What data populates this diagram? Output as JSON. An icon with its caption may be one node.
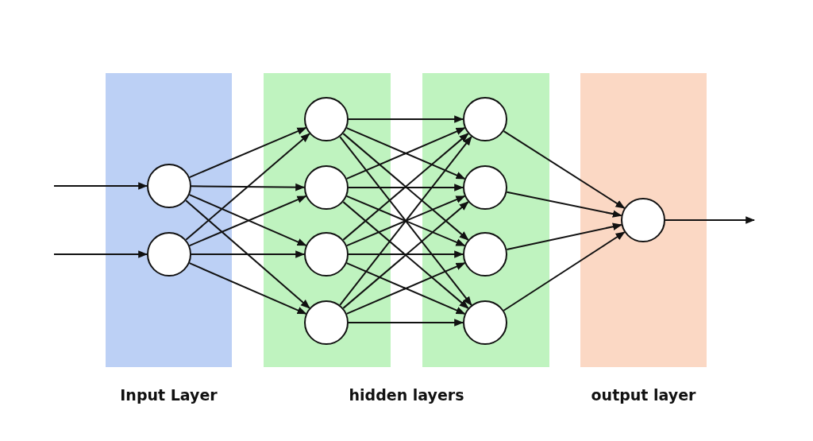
{
  "diagram": {
    "nodes": [
      {
        "text": [
          "Input Layer"
        ]
      },
      {
        "text": [],
        "shape": "circle",
        "in": 0
      },
      {
        "text": [],
        "shape": "circle",
        "in": 0
      },
      {
        "text": [],
        "shape": "box"
      },
      {
        "text": [],
        "shape": "circle",
        "in": 3
      },
      {
        "text": [],
        "shape": "circle",
        "in": 3
      },
      {
        "text": [],
        "shape": "circle",
        "in": 3
      },
      {
        "text": [],
        "shape": "circle",
        "in": 3
      },
      {
        "text": [],
        "shape": "box"
      },
      {
        "text": [],
        "shape": "circle",
        "in": 8
      },
      {
        "text": [],
        "shape": "circle",
        "in": 8
      },
      {
        "text": [],
        "shape": "circle",
        "in": 8
      },
      {
        "text": [],
        "shape": "circle",
        "in": 8
      },
      {
        "text": [
          "output layer"
        ]
      },
      {
        "text": [],
        "shape": "circle",
        "in": 13
      }
    ],
    "edges": [
      {
        "from": null,
        "to": 1,
        "arrow": "to"
      },
      {
        "from": null,
        "to": 2,
        "arrow": "to"
      },
      {
        "from": 1,
        "to": 4,
        "arrow": "to"
      },
      {
        "from": 1,
        "to": 5,
        "arrow": "to"
      },
      {
        "from": 1,
        "to": 6,
        "arrow": "to"
      },
      {
        "from": 1,
        "to": 7,
        "arrow": "to"
      },
      {
        "from": 2,
        "to": 4,
        "arrow": "to"
      },
      {
        "from": 2,
        "to": 5,
        "arrow": "to"
      },
      {
        "from": 2,
        "to": 6,
        "arrow": "to"
      },
      {
        "from": 2,
        "to": 7,
        "arrow": "to"
      },
      {
        "from": 4,
        "to": 9,
        "arrow": "to"
      },
      {
        "from": 4,
        "to": 10,
        "arrow": "to"
      },
      {
        "from": 4,
        "to": 11,
        "arrow": "to"
      },
      {
        "from": 4,
        "to": 12,
        "arrow": "to"
      },
      {
        "from": 5,
        "to": 9,
        "arrow": "to"
      },
      {
        "from": 5,
        "to": 10,
        "arrow": "to"
      },
      {
        "from": 5,
        "to": 11,
        "arrow": "to"
      },
      {
        "from": 5,
        "to": 12,
        "arrow": "to"
      },
      {
        "from": 6,
        "to": 9,
        "arrow": "to"
      },
      {
        "from": 6,
        "to": 10,
        "arrow": "to"
      },
      {
        "from": 6,
        "to": 11,
        "arrow": "to"
      },
      {
        "from": 6,
        "to": 12,
        "arrow": "to"
      },
      {
        "from": 7,
        "to": 9,
        "arrow": "to"
      },
      {
        "from": 7,
        "to": 10,
        "arrow": "to"
      },
      {
        "from": 7,
        "to": 11,
        "arrow": "to"
      },
      {
        "from": 7,
        "to": 12,
        "arrow": "to"
      },
      {
        "from": 9,
        "to": 14,
        "arrow": "to"
      },
      {
        "from": 10,
        "to": 14,
        "arrow": "to"
      },
      {
        "from": 11,
        "to": 14,
        "arrow": "to"
      },
      {
        "from": 12,
        "to": 14,
        "arrow": "to"
      },
      {
        "from": 14,
        "to": null,
        "arrow": "to"
      }
    ],
    "labels": [
      "hidden layers"
    ]
  }
}
